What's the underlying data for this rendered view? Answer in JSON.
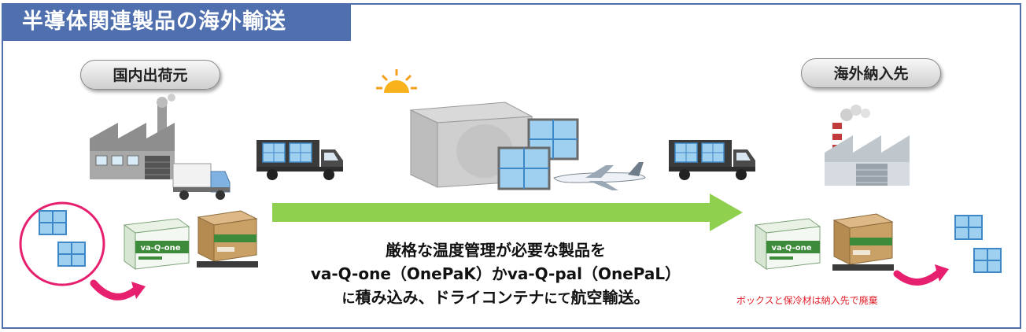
{
  "header": {
    "title": "半導体関連製品の海外輸送"
  },
  "origin": {
    "label": "国内出荷元"
  },
  "destination": {
    "label": "海外納入先"
  },
  "caption": {
    "line1": "厳格な温度管理が必要な製品を",
    "line2": "va-Q-one（OnePaK）かva-Q-pal（OnePaL）",
    "line3_a": "に",
    "line3_b": "積み込み、ドライコンテナ",
    "line3_c": "にて",
    "line3_d": "航空輸送。"
  },
  "disposal_note": "ボックスと保冷材は納入先で廃棄",
  "box_brand": {
    "one": "va-Q-one"
  },
  "colors": {
    "header_bg": "#4f6fae",
    "arrow_green": "#8fd14f",
    "highlight_circle": "#e6206e",
    "note_red": "#e0202a",
    "panel_blue": "#9fd0ef",
    "box_green": "#3d8b3a",
    "box_kraft": "#c9a066"
  }
}
